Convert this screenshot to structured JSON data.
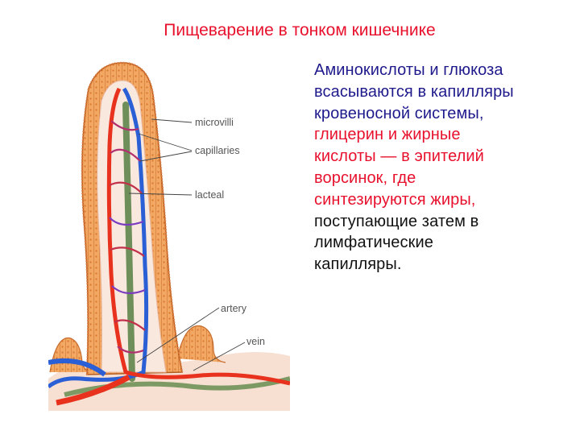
{
  "title": "Пищеварение в тонком кишечнике",
  "paragraph": {
    "blue_lines": [
      "Аминокислоты и глюкоза",
      "всасываются в капилляры",
      "кровеносной системы,"
    ],
    "red_lines": [
      "глицерин и жирные",
      "кислоты — в эпителий",
      "ворсинок, где",
      "синтезируются жиры,"
    ],
    "black_lines": [
      "поступающие затем в",
      "лимфатические",
      "капилляры."
    ]
  },
  "diagram_labels": {
    "microvilli": "microvilli",
    "capillaries": "capillaries",
    "lacteal": "lacteal",
    "artery": "artery",
    "vein": "vein"
  },
  "colors": {
    "title": "#e8112d",
    "blue_text": "#1f1a8c",
    "red_text": "#e8112d",
    "epithelium": "#f0a35a",
    "artery": "#e8321e",
    "vein": "#2a5fd6",
    "lacteal": "#6f8f5a"
  }
}
